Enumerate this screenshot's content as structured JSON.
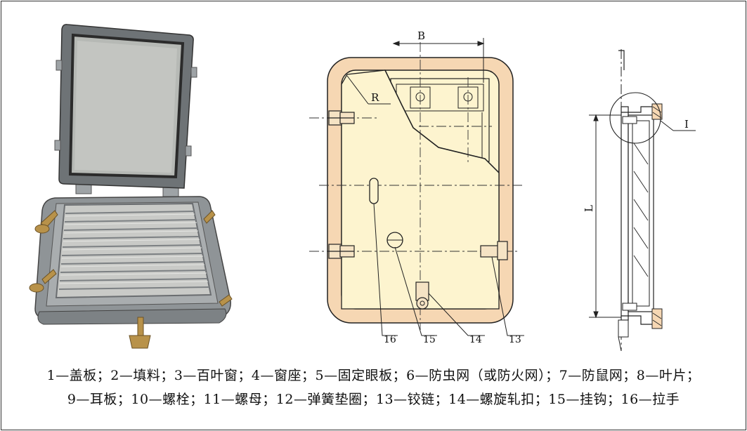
{
  "dimensions": {
    "width_label": "B",
    "length_label": "L",
    "radius_label": "R"
  },
  "callouts": [
    "16",
    "15",
    "14",
    "13"
  ],
  "detail_label": "I",
  "legend": {
    "line1": "1—盖板；2—填料；3—百叶窗；4—窗座；5—固定眼板；6—防虫网（或防火网）；7—防鼠网；8—叶片；",
    "line2": "9—耳板；10—螺栓；11—螺母；12—弹簧垫圈；13—铰链；14—螺旋轧扣；15—挂钩；16—拉手"
  },
  "colors": {
    "frame_fill": "#f6d7b3",
    "panel_fill": "#fdf4cf",
    "photo_frame": "#8d9196",
    "photo_glass": "#b9bcb8",
    "brass": "#b8924a"
  }
}
